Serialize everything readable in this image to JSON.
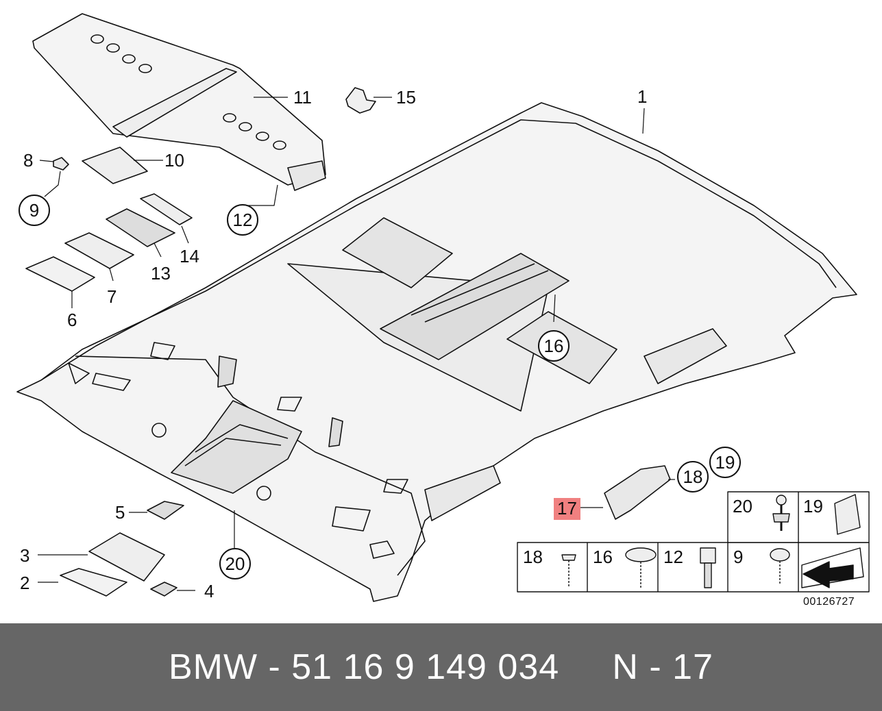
{
  "diagram": {
    "callouts": {
      "n1": "1",
      "n2": "2",
      "n3": "3",
      "n4": "4",
      "n5": "5",
      "n6": "6",
      "n7": "7",
      "n8": "8",
      "n9": "9",
      "n10": "10",
      "n11": "11",
      "n12": "12",
      "n13": "13",
      "n14": "14",
      "n15": "15",
      "n16": "16",
      "n17": "17",
      "n18": "18",
      "n19": "19",
      "n20": "20"
    },
    "table": {
      "top_row": [
        "20",
        "19"
      ],
      "bottom_row": [
        "18",
        "16",
        "12",
        "9"
      ]
    },
    "drawing_code": "00126727"
  },
  "footer": {
    "text": "BMW - 51 16 9 149 034     N - 17"
  },
  "colors": {
    "highlight": "#f08080",
    "footer_bg": "#666666",
    "line": "#111111"
  }
}
